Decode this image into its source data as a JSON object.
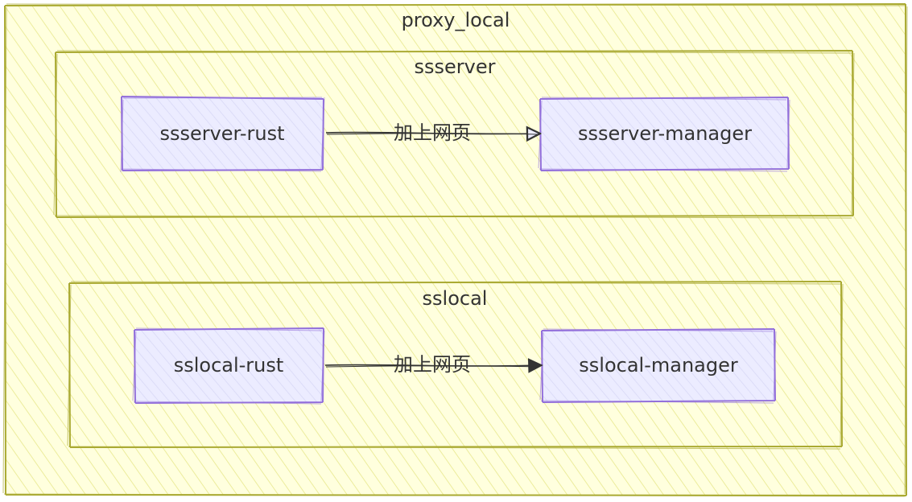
{
  "clusters": {
    "outer": {
      "label": "proxy_local"
    },
    "ssserver": {
      "label": "ssserver"
    },
    "sslocal": {
      "label": "sslocal"
    }
  },
  "nodes": {
    "ssserver_rust": {
      "label": "ssserver-rust"
    },
    "ssserver_manager": {
      "label": "ssserver-manager"
    },
    "sslocal_rust": {
      "label": "sslocal-rust"
    },
    "sslocal_manager": {
      "label": "sslocal-manager"
    }
  },
  "edges": {
    "ssserver_link": {
      "label": "加上网页"
    },
    "sslocal_link": {
      "label": "加上网页"
    }
  },
  "colors": {
    "cluster_fill": "#ffffde",
    "cluster_stroke": "#aaaa33",
    "node_fill": "#ececff",
    "node_stroke": "#9370db",
    "edge_stroke": "#333333",
    "text": "#333333"
  }
}
